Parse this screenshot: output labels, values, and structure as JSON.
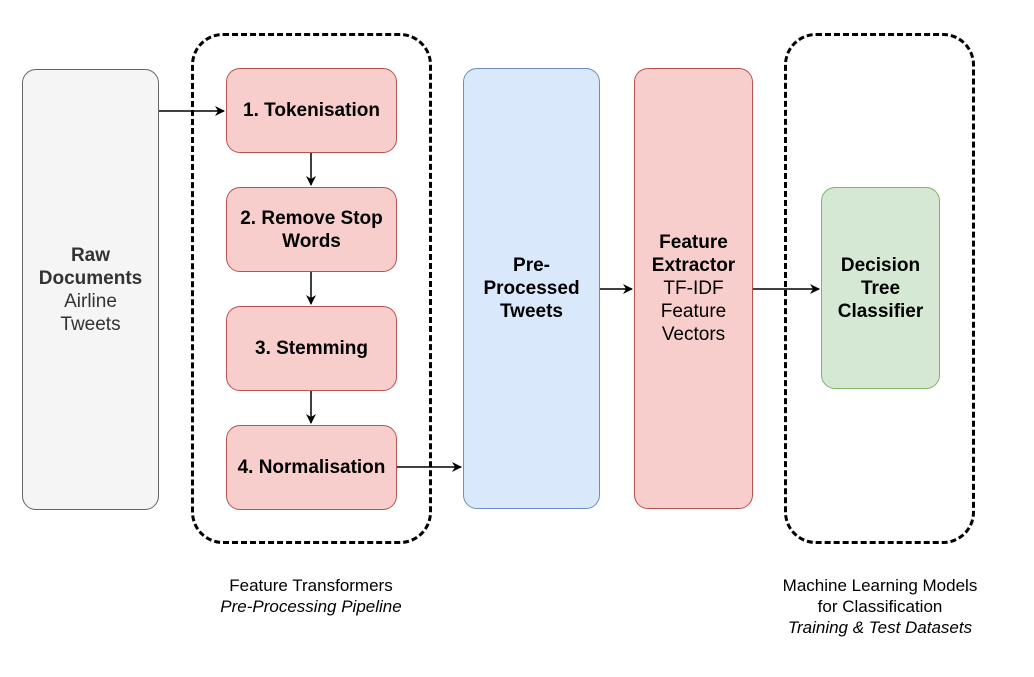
{
  "raw": {
    "title": "Raw Documents",
    "title_l1": "Raw",
    "title_l2": "Documents",
    "sub_l1": "Airline",
    "sub_l2": "Tweets"
  },
  "steps": [
    {
      "label_l1": "1. Tokenisation",
      "label_l2": ""
    },
    {
      "label_l1": "2. Remove Stop",
      "label_l2": "Words"
    },
    {
      "label_l1": "3. Stemming",
      "label_l2": ""
    },
    {
      "label_l1": "4. Normalisation",
      "label_l2": ""
    }
  ],
  "preprocessed": {
    "l1": "Pre-",
    "l2": "Processed",
    "l3": "Tweets"
  },
  "extractor": {
    "title_l1": "Feature",
    "title_l2": "Extractor",
    "sub_l1": "TF-IDF",
    "sub_l2": "Feature",
    "sub_l3": "Vectors"
  },
  "classifier": {
    "l1": "Decision",
    "l2": "Tree",
    "l3": "Classifier"
  },
  "captions": {
    "transformers_l1": "Feature Transformers",
    "transformers_l2": "Pre-Processing Pipeline",
    "models_l1": "Machine Learning Models",
    "models_l2": "for Classification",
    "models_l3": "Training & Test Datasets"
  },
  "colors": {
    "red_fill": "#f8cecc",
    "red_stroke": "#b85450",
    "blue_fill": "#dae8fc",
    "blue_stroke": "#6c8ebf",
    "green_fill": "#d5e8d4",
    "green_stroke": "#82b366",
    "gray_fill": "#f5f5f5",
    "gray_stroke": "#666666"
  }
}
